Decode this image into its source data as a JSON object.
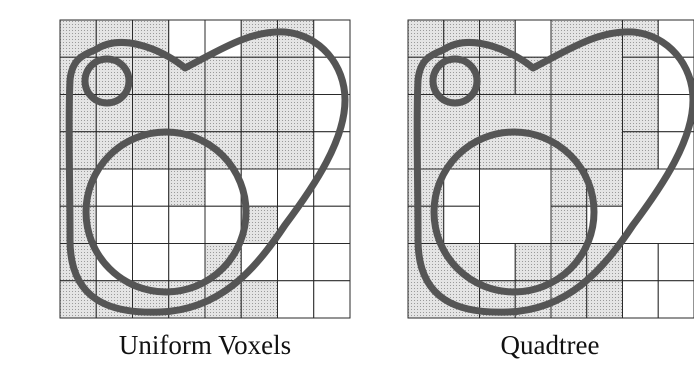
{
  "figures": [
    {
      "id": "uniform-voxels",
      "caption": "Uniform Voxels",
      "subdivision": "uniform 8x8 grid",
      "cell_colors": {
        "filled": "#d9d9d9",
        "empty": "#ffffff"
      }
    },
    {
      "id": "quadtree",
      "caption": "Quadtree",
      "subdivision": "adaptive quadtree",
      "cell_colors": {
        "filled": "#d9d9d9",
        "empty": "#ffffff"
      }
    }
  ],
  "colors": {
    "outline": "#555555",
    "grid": "#2a2a2a",
    "fill": "#d9d9d9",
    "background": "#ffffff"
  }
}
